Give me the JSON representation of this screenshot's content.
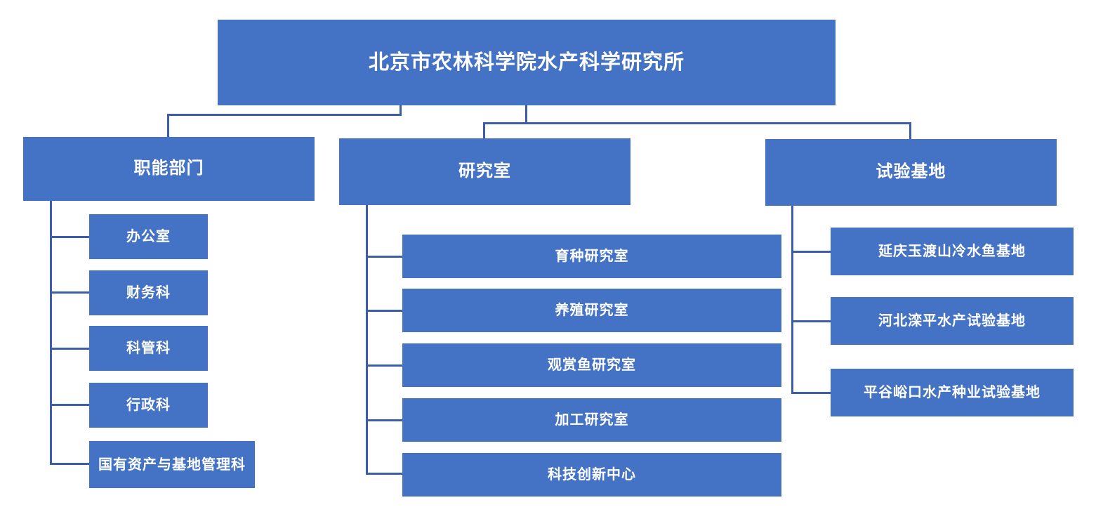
{
  "org": {
    "root_label": "北京市农林科学院水产科学研究所",
    "branches": [
      {
        "label": "职能部门",
        "children": [
          "办公室",
          "财务科",
          "科管科",
          "行政科",
          "国有资产与基地管理科"
        ]
      },
      {
        "label": "研究室",
        "children": [
          "育种研究室",
          "养殖研究室",
          "观赏鱼研究室",
          "加工研究室",
          "科技创新中心"
        ]
      },
      {
        "label": "试验基地",
        "children": [
          "延庆玉渡山冷水鱼基地",
          "河北滦平水产试验基地",
          "平谷峪口水产种业试验基地"
        ]
      }
    ]
  },
  "colors": {
    "box_fill": "#4472C4",
    "line": "#3B5EA6",
    "text": "#FFFFFF",
    "background": "#FFFFFF"
  }
}
